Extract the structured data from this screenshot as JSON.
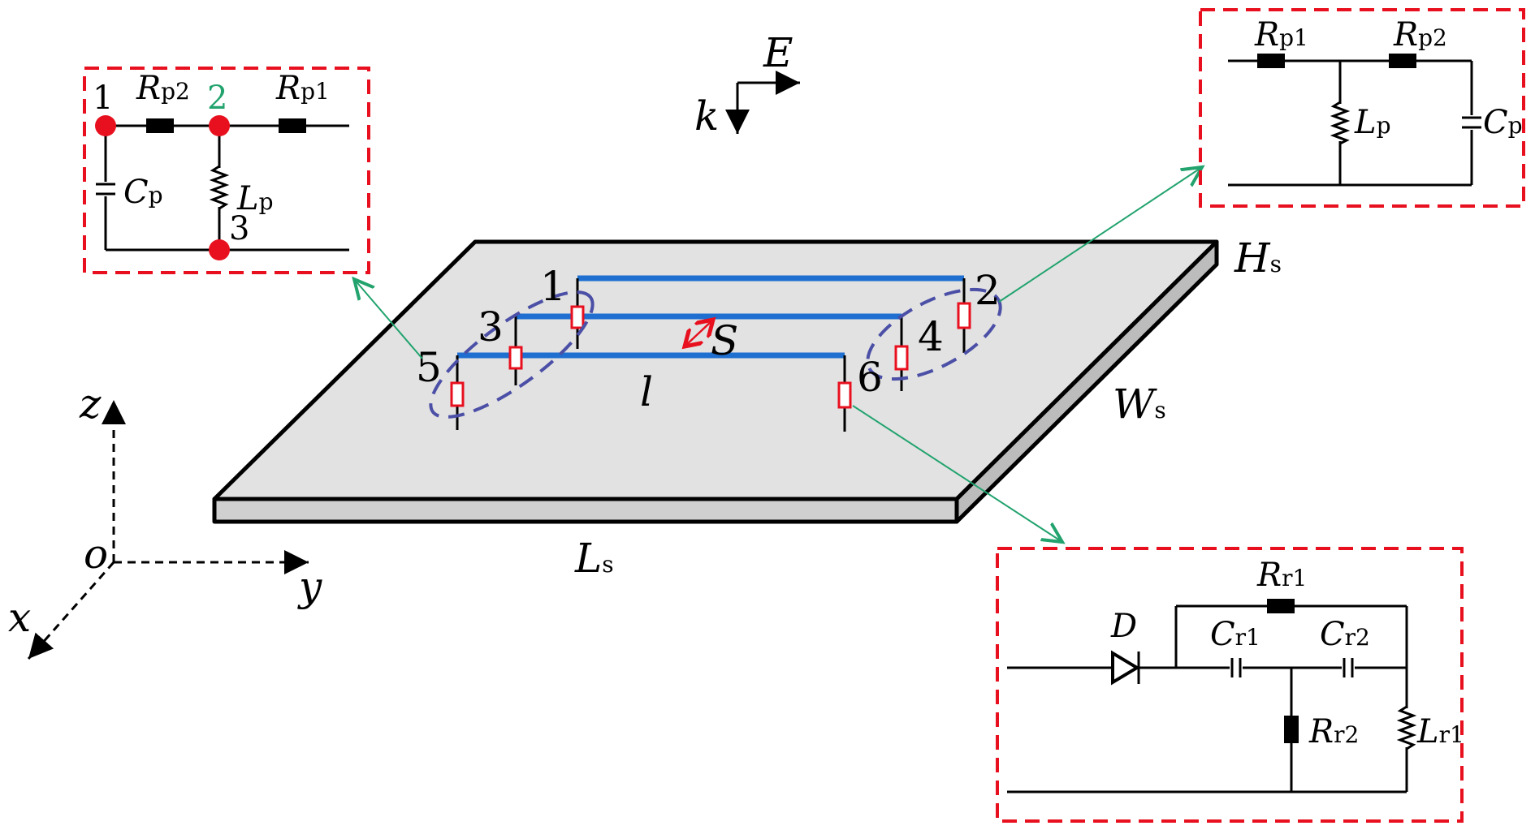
{
  "colors": {
    "frame": "#e8101e",
    "strip": "#1f6fd1",
    "port": "#e8101e",
    "node": "#e8101e",
    "connector": "#22a36e",
    "group_ellipse": "#4b4fa6",
    "board_top": "#e2e2e2",
    "board_side": "#c4c4c4"
  },
  "wave": {
    "e_main": "E",
    "k_main": "k"
  },
  "axes": {
    "z": "z",
    "y": "y",
    "x": "x",
    "origin": "o"
  },
  "board": {
    "Ls_main": "L",
    "Ls_sub": "s",
    "Ws_main": "W",
    "Ws_sub": "s",
    "Hs_main": "H",
    "Hs_sub": "s",
    "l_label": "l",
    "S_label": "S",
    "ports": [
      "1",
      "2",
      "3",
      "4",
      "5",
      "6"
    ]
  },
  "circuit_pin": {
    "nodes": [
      "1",
      "2",
      "3"
    ],
    "rp2_main": "R",
    "rp2_sub": "p2",
    "rp1_main": "R",
    "rp1_sub": "p1",
    "cp_main": "C",
    "cp_sub": "p",
    "lp_main": "L",
    "lp_sub": "p"
  },
  "circuit_pi": {
    "rp1_main": "R",
    "rp1_sub": "p1",
    "rp2_main": "R",
    "rp2_sub": "p2",
    "lp_main": "L",
    "lp_sub": "p",
    "cp_main": "C",
    "cp_sub": "p"
  },
  "circuit_diode": {
    "d_main": "D",
    "rr1_main": "R",
    "rr1_sub": "r1",
    "cr1_main": "C",
    "cr1_sub": "r1",
    "cr2_main": "C",
    "cr2_sub": "r2",
    "rr2_main": "R",
    "rr2_sub": "r2",
    "lr1_main": "L",
    "lr1_sub": "r1"
  }
}
